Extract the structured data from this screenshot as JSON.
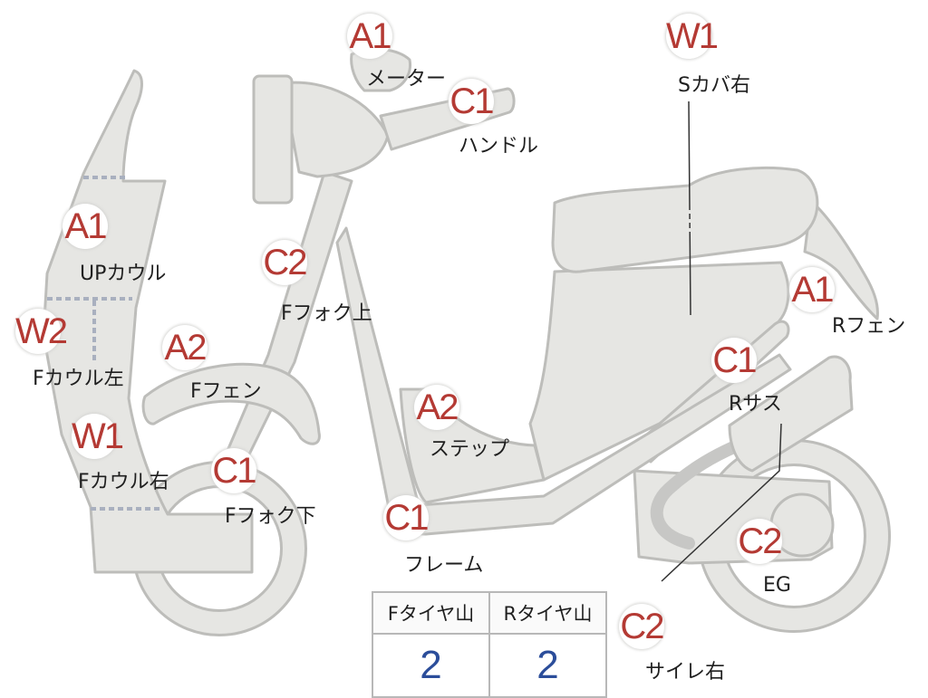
{
  "badges": {
    "meter_grade": "A1",
    "scover_grade": "W1",
    "handle_grade": "C1",
    "upcowl_grade": "A1",
    "ffork_upper_grade": "C2",
    "rfender_grade": "A1",
    "fcowl_left_grade": "W2",
    "ffender_grade": "A2",
    "rsus_grade": "C1",
    "step_grade": "A2",
    "fcowl_right_grade": "W1",
    "ffork_lower_grade": "C1",
    "frame_grade": "C1",
    "eg_grade": "C2",
    "silencer_grade": "C2"
  },
  "labels": {
    "meter": "メーター",
    "scover": "Sカバ右",
    "handle": "ハンドル",
    "upcowl": "UPカウル",
    "ffork_upper": "Fフォク上",
    "rfender": "Rフェン",
    "fcowl_left": "Fカウル左",
    "ffender": "Fフェン",
    "rsus": "Rサス",
    "step": "ステップ",
    "fcowl_right": "Fカウル右",
    "ffork_lower": "Fフォク下",
    "frame": "フレーム",
    "eg": "EG",
    "silencer": "サイレ右"
  },
  "tire_table": {
    "headers": [
      "Fタイヤ山",
      "Rタイヤ山"
    ],
    "values": [
      "2",
      "2"
    ]
  },
  "colors": {
    "grade_text": "#b43a34",
    "tire_value": "#2b4d9a",
    "part_fill": "#e6e6e3",
    "part_stroke": "#bdbdba"
  }
}
